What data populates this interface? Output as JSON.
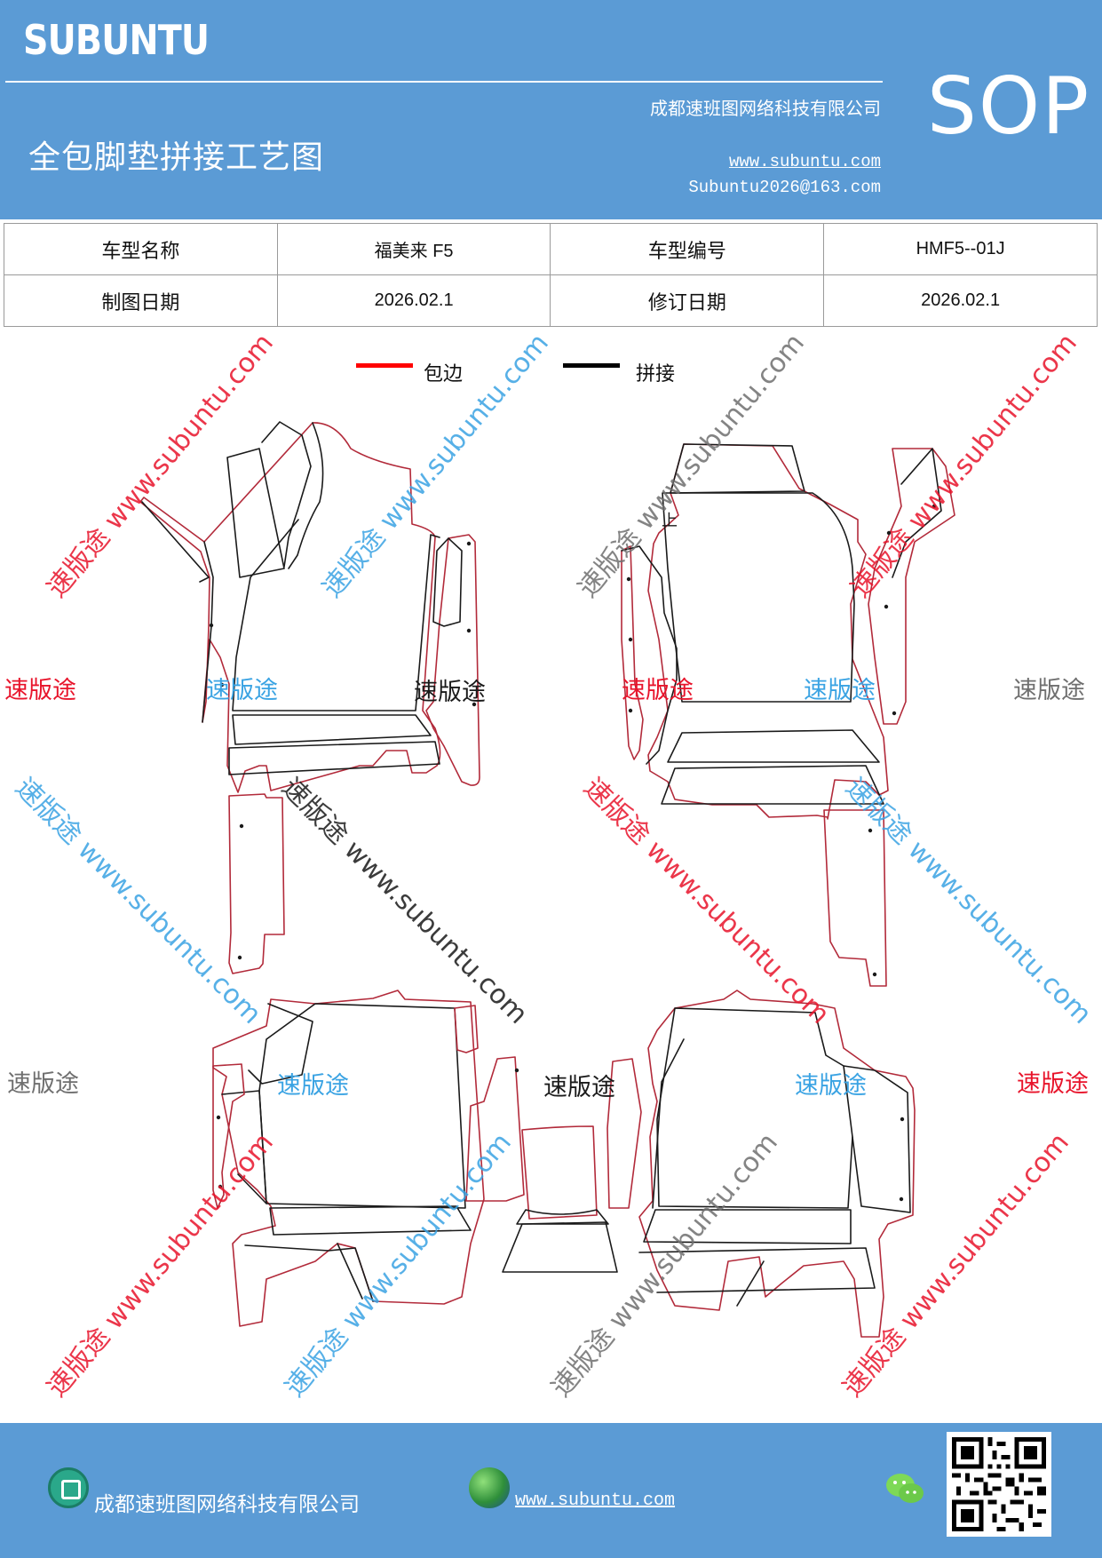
{
  "header": {
    "brand": "SUBUNTU",
    "title": "全包脚垫拼接工艺图",
    "company": "成都速班图网络科技有限公司",
    "website": "www.subuntu.com",
    "email": "Subuntu2026@163.com",
    "badge": "SOP"
  },
  "info_table": {
    "model_name_label": "车型名称",
    "model_name_value": "福美来 F5",
    "model_code_label": "车型编号",
    "model_code_value": "HMF5--01J",
    "draw_date_label": "制图日期",
    "draw_date_value": "2026.02.1",
    "revise_date_label": "修订日期",
    "revise_date_value": "2026.02.1"
  },
  "legend": {
    "edge_label": "包边",
    "edge_color": "#ff0000",
    "join_label": "拼接",
    "join_color": "#000000"
  },
  "drawing": {
    "up_mark": "上"
  },
  "watermark": {
    "diag": "速版途 www.subuntu.com",
    "short": "速版途"
  },
  "footer": {
    "company": "成都速班图网络科技有限公司",
    "website": "www.subuntu.com"
  },
  "colors": {
    "header_bg": "#5b9bd5",
    "outline_edge": "#b22a3a",
    "outline_join": "#1a1a1a"
  }
}
